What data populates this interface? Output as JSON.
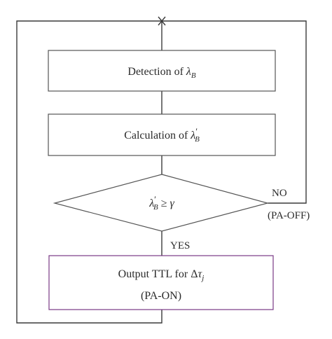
{
  "nodes": {
    "detection": {
      "label": "Detection of ",
      "symbol": "λ",
      "subscript": "B",
      "prime": ""
    },
    "calculation": {
      "label": "Calculation of ",
      "symbol": "λ",
      "subscript": "B",
      "prime": "′"
    },
    "decision": {
      "symbol": "λ",
      "subscript": "B",
      "prime": "′",
      "relation": " ≥ γ"
    },
    "output": {
      "line1": "Output TTL for ",
      "delta": "Δ",
      "tau": "τ",
      "subscript": "j",
      "line2": "(PA-ON)"
    }
  },
  "edges": {
    "no_label": "NO",
    "no_note": "(PA-OFF)",
    "yes_label": "YES"
  },
  "colors": {
    "line": "#3a3a3a",
    "box_border": "#555555",
    "output_border": "#7a3a86",
    "text": "#2b2b2b"
  }
}
